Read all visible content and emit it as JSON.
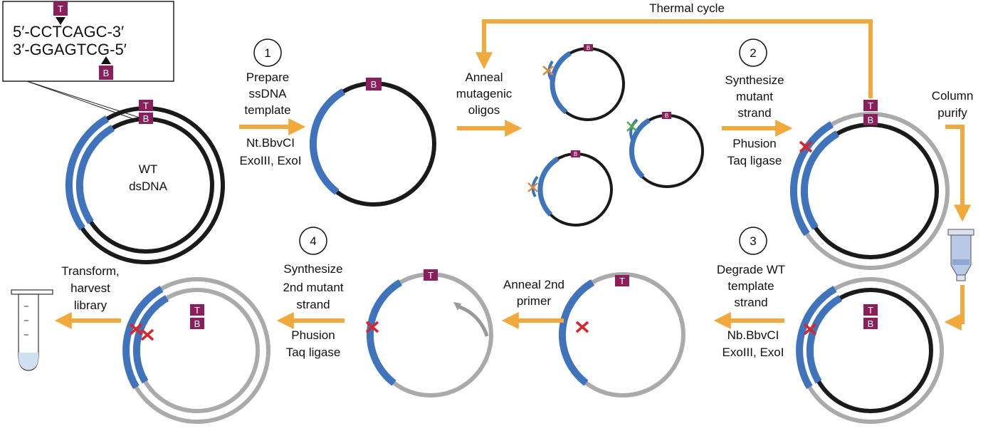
{
  "colors": {
    "template_strand": "#1a1a1a",
    "wt_strand_removed": "#aaaaaa",
    "mutant_region": "#3f74bd",
    "arrow": "#f0a93a",
    "tag": "#8c1e5e",
    "mutation_mark": "#d9262c"
  },
  "inset": {
    "tag_top": "T",
    "line_top": "5′-CCTCAGC-3′",
    "line_bottom": "3′-GGAGTCG-5′",
    "tag_bottom": "B"
  },
  "tags": {
    "top": "T",
    "bottom": "B"
  },
  "wt_label": [
    "WT",
    "dsDNA"
  ],
  "thermal_cycle": "Thermal cycle",
  "column_purify": [
    "Column",
    "purify"
  ],
  "steps": [
    {
      "number": "1",
      "above": [
        "Prepare",
        "ssDNA",
        "template"
      ],
      "below": [
        "Nt.BbvCI",
        "ExoIII, ExoI"
      ]
    },
    {
      "number": "",
      "above": [
        "Anneal",
        "mutagenic",
        "oligos"
      ],
      "below": []
    },
    {
      "number": "2",
      "above": [
        "Synthesize",
        "mutant",
        "strand"
      ],
      "below": [
        "Phusion",
        "Taq ligase"
      ]
    },
    {
      "number": "3",
      "above": [
        "Degrade WT",
        "template",
        "strand"
      ],
      "below": [
        "Nb.BbvCI",
        "ExoIII, ExoI"
      ]
    },
    {
      "number": "",
      "above": [
        "Anneal 2nd",
        "primer"
      ],
      "below": []
    },
    {
      "number": "4",
      "above": [
        "Synthesize",
        "2nd mutant",
        "strand"
      ],
      "below": [
        "Phusion",
        "Taq ligase"
      ]
    },
    {
      "number": "",
      "above": [
        "Transform,",
        "harvest",
        "library"
      ],
      "below": []
    }
  ],
  "icons": {
    "column": "spin-column-icon",
    "tube": "microcentrifuge-tube-icon",
    "mutation": "mutation-x-icon"
  }
}
